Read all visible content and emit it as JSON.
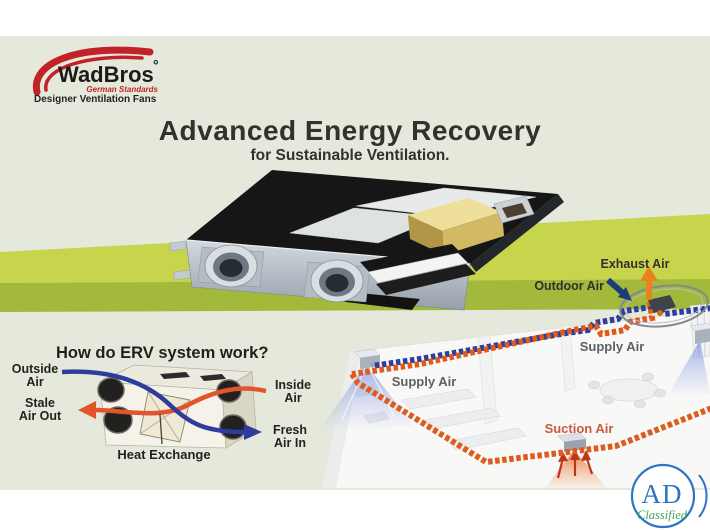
{
  "branding": {
    "name": "WadBros",
    "mark": "°",
    "tagline": "German Standards",
    "subtitle": "Designer Ventilation Fans"
  },
  "header": {
    "title": "Advanced Energy Recovery",
    "subtitle": "for Sustainable Ventilation."
  },
  "erv_diagram": {
    "heading": "How do ERV system work?",
    "labels": {
      "outside_line1": "Outside",
      "outside_line2": "Air",
      "stale_line1": "Stale",
      "stale_line2": "Air Out",
      "inside_line1": "Inside",
      "inside_line2": "Air",
      "fresh_line1": "Fresh",
      "fresh_line2": "Air In",
      "heat_exchange": "Heat Exchange"
    }
  },
  "room_diagram": {
    "labels": {
      "exhaust_air": "Exhaust Air",
      "outdoor_air": "Outdoor Air",
      "supply_air_left": "Supply Air",
      "supply_air_right": "Supply Air",
      "suction_air": "Suction Air"
    }
  },
  "badge": {
    "line1": "AD",
    "line2": "Classified"
  },
  "colors": {
    "background": "#e5e9dc",
    "band_bright": "#c7d54d",
    "band_olive": "#a2b93c",
    "logo_red": "#c32128",
    "title_text": "#32312c",
    "flow_blue": "#2e3d9d",
    "flow_red": "#e2552a",
    "duct_blue": "#2c3f9f",
    "duct_orange": "#e05a1c",
    "exhaust_orange": "#e8821e",
    "outdoor_navy": "#1d3a7c",
    "suction_red": "#c4492f",
    "supply_label": "#5f6065",
    "badge_blue": "#2e74c2",
    "badge_green": "#3fa55a"
  }
}
